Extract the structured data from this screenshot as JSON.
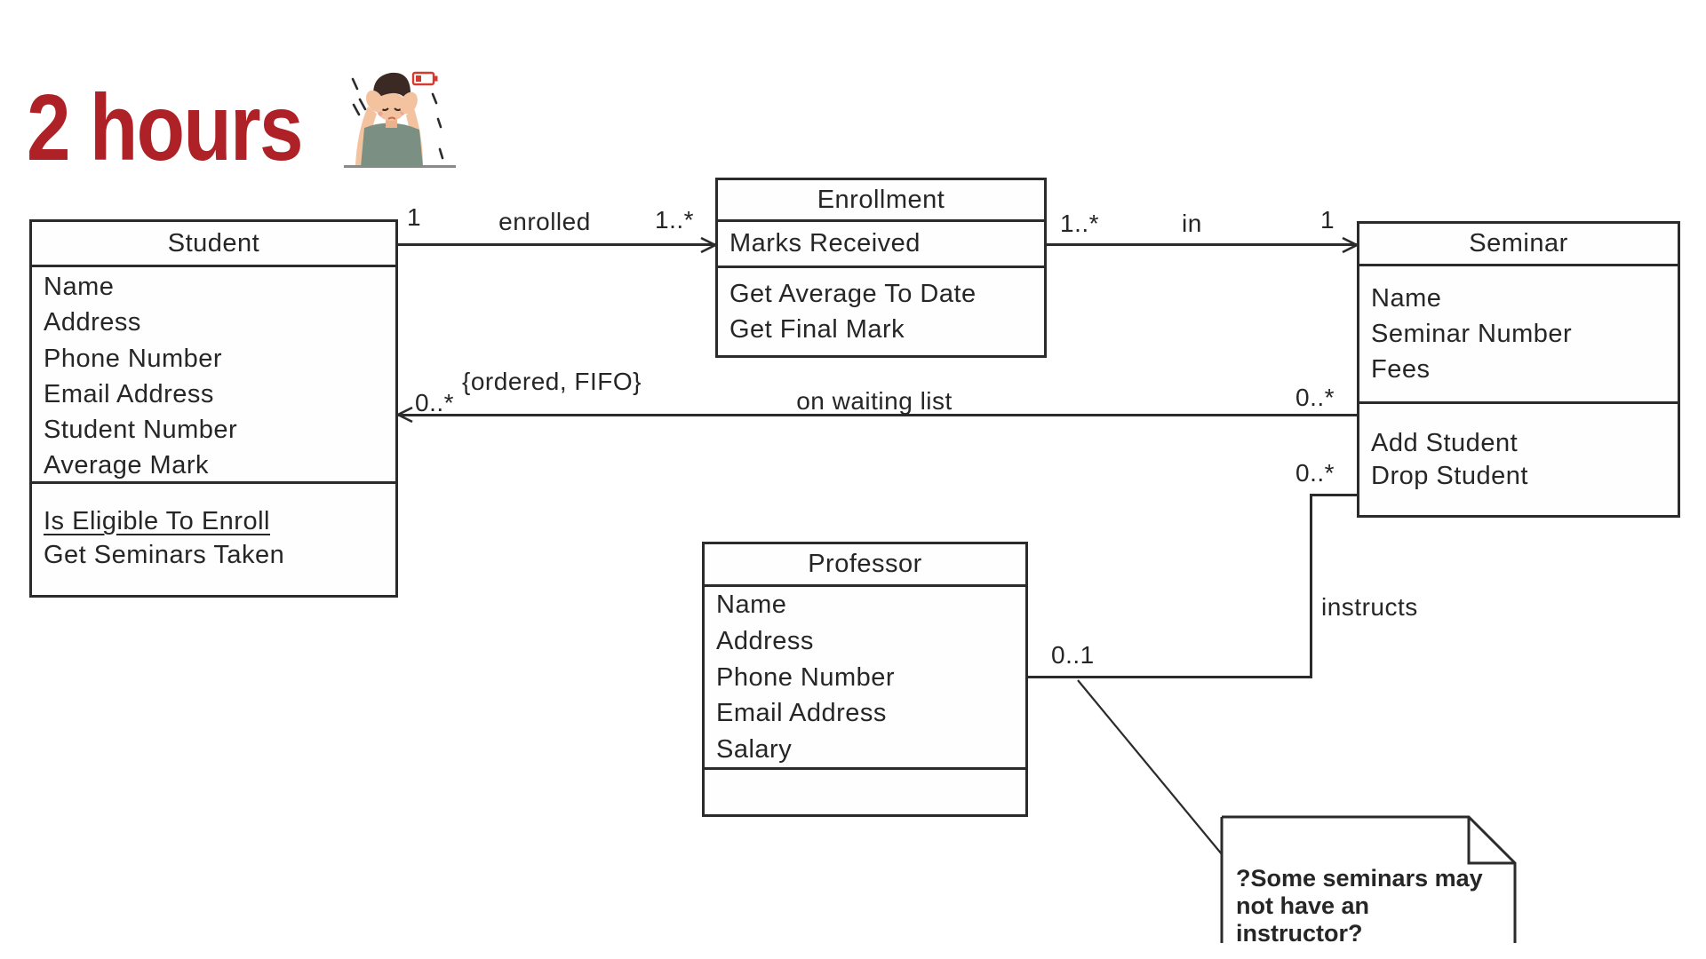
{
  "header": {
    "title": "2 hours",
    "title_color": "#ae2127",
    "illustration": "stressed-person-with-low-battery"
  },
  "diagram": {
    "line_color": "#2b2b2b",
    "classes": {
      "student": {
        "name": "Student",
        "attributes": [
          "Name",
          "Address",
          "Phone Number",
          "Email Address",
          "Student Number",
          "Average Mark"
        ],
        "operations": [
          "Is Eligible To Enroll",
          "Get Seminars Taken"
        ],
        "underlined_operation": "Is Eligible To Enroll"
      },
      "enrollment": {
        "name": "Enrollment",
        "attributes": [
          "Marks Received"
        ],
        "operations": [
          "Get Average To Date",
          "Get Final Mark"
        ]
      },
      "seminar": {
        "name": "Seminar",
        "attributes": [
          "Name",
          "Seminar Number",
          "Fees"
        ],
        "operations": [
          "Add Student",
          "Drop Student"
        ]
      },
      "professor": {
        "name": "Professor",
        "attributes": [
          "Name",
          "Address",
          "Phone Number",
          "Email Address",
          "Salary"
        ],
        "operations": []
      }
    },
    "associations": [
      {
        "name": "enrolled",
        "from": "Student",
        "to": "Enrollment",
        "from_multiplicity": "1",
        "to_multiplicity": "1..*",
        "arrow": "to Enrollment"
      },
      {
        "name": "in",
        "from": "Enrollment",
        "to": "Seminar",
        "from_multiplicity": "1..*",
        "to_multiplicity": "1",
        "arrow": "to Seminar"
      },
      {
        "name": "on waiting list",
        "from": "Seminar",
        "to": "Student",
        "from_multiplicity": "0..*",
        "to_multiplicity": "0..*",
        "constraint": "{ordered, FIFO}",
        "arrow": "to Student"
      },
      {
        "name": "instructs",
        "from": "Professor",
        "to": "Seminar",
        "from_multiplicity": "0..1",
        "to_multiplicity": "0..*",
        "arrow": "none"
      }
    ],
    "note": {
      "line1": "?Some seminars may",
      "line2": "not have an",
      "line3": "instructor?"
    }
  }
}
